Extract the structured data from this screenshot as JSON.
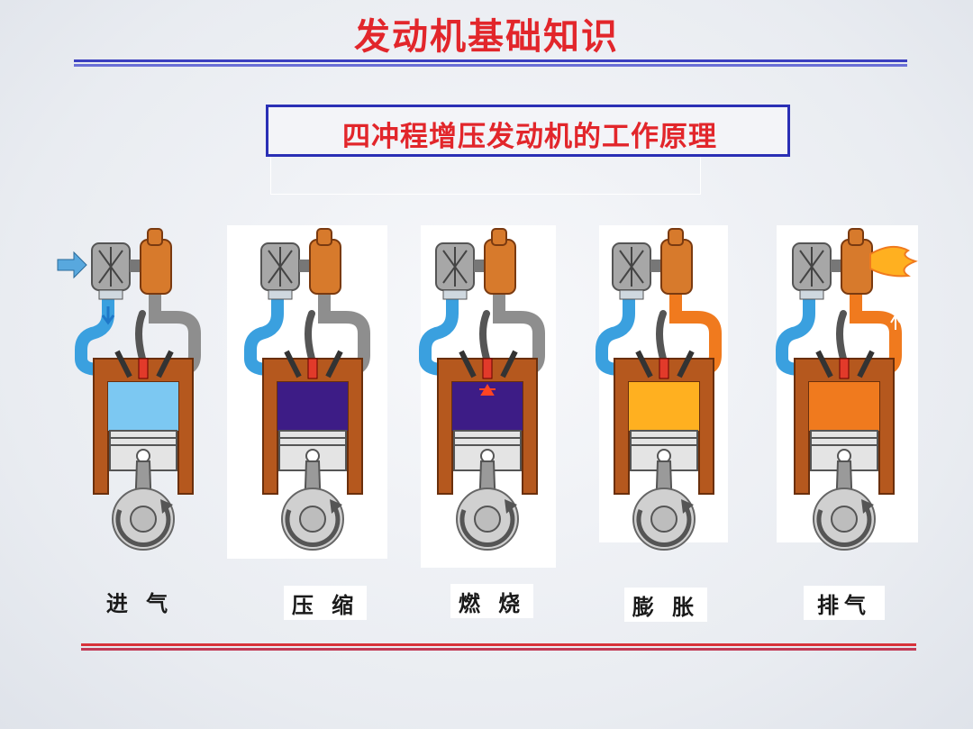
{
  "title": "发动机基础知识",
  "subtitle": "四冲程增压发动机的工作原理",
  "colors": {
    "title_red": "#e2262b",
    "frame_blue": "#2a2fb5",
    "engine_brown": "#b5581e",
    "intake_blue": "#3aa0df",
    "exhaust_gray": "#8e8e8e",
    "exhaust_orange": "#f07a1e"
  },
  "stages": [
    {
      "label": "进 气",
      "chamber_color": "#7cc8f2",
      "exhaust_hot": false,
      "flame": false,
      "intake_arrow": true
    },
    {
      "label": "压 缩",
      "chamber_color": "#3d1c86",
      "exhaust_hot": false,
      "flame": false,
      "intake_arrow": false
    },
    {
      "label": "燃 烧",
      "chamber_color": "#3d1c86",
      "exhaust_hot": false,
      "flame": false,
      "intake_arrow": false
    },
    {
      "label": "膨 胀",
      "chamber_color": "#ffb020",
      "exhaust_hot": true,
      "flame": false,
      "intake_arrow": false
    },
    {
      "label": "排气",
      "chamber_color": "#f07a1e",
      "exhaust_hot": true,
      "flame": true,
      "intake_arrow": false
    }
  ]
}
